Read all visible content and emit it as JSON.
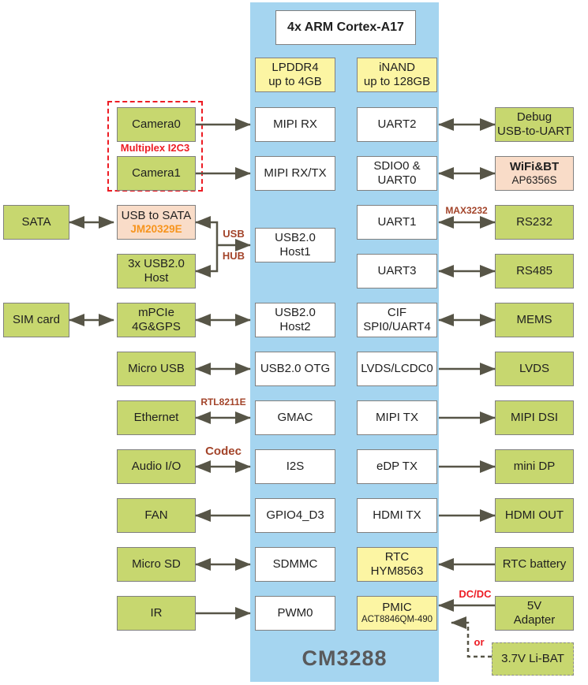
{
  "soc": {
    "name": "CM3288",
    "cpu": "4x ARM Cortex-A17",
    "memory": {
      "lpddr4": "LPDDR4\nup to 4GB",
      "inand": "iNAND\nup to 128GB"
    },
    "blocks_left": {
      "mipi_rx": "MIPI RX",
      "mipi_rxtx": "MIPI RX/TX",
      "usb_host1": "USB2.0\nHost1",
      "usb_host2": "USB2.0\nHost2",
      "usb_otg": "USB2.0 OTG",
      "gmac": "GMAC",
      "i2s": "I2S",
      "gpio": "GPIO4_D3",
      "sdmmc": "SDMMC",
      "pwm0": "PWM0"
    },
    "blocks_right": {
      "uart2": "UART2",
      "sdio0": "SDIO0 &\nUART0",
      "uart1": "UART1",
      "uart3": "UART3",
      "cif": "CIF\nSPI0/UART4",
      "lvds": "LVDS/LCDC0",
      "mipi_tx": "MIPI TX",
      "edp": "eDP TX",
      "hdmi": "HDMI TX",
      "rtc": "RTC\nHYM8563",
      "pmic_line1": "PMIC",
      "pmic_line2": "ACT8846QM-490"
    }
  },
  "left_peripherals": {
    "camera0": "Camera0",
    "camera1": "Camera1",
    "camera_mux_label": "Multiplex I2C3",
    "sata": "SATA",
    "usb_to_sata_line1": "USB to SATA",
    "usb_to_sata_line2": "JM20329E",
    "usb3x": "3x USB2.0\nHost",
    "sim": "SIM card",
    "mpcie": "mPCIe\n4G&GPS",
    "micro_usb": "Micro USB",
    "ethernet": "Ethernet",
    "audio": "Audio I/O",
    "fan": "FAN",
    "micro_sd": "Micro SD",
    "ir": "IR"
  },
  "right_peripherals": {
    "debug": "Debug\nUSB-to-UART",
    "wifi_line1": "WiFi&BT",
    "wifi_line2": "AP6356S",
    "rs232": "RS232",
    "rs485": "RS485",
    "mems": "MEMS",
    "lvds": "LVDS",
    "mipi_dsi": "MIPI DSI",
    "mini_dp": "mini DP",
    "hdmi_out": "HDMI OUT",
    "rtc_battery": "RTC battery",
    "adapter": "5V\nAdapter",
    "libat": "3.7V Li-BAT"
  },
  "bus_labels": {
    "usb": "USB",
    "hub": "HUB",
    "rtl": "RTL8211E",
    "codec": "Codec",
    "max": "MAX3232",
    "dcdc": "DC/DC",
    "or": "or"
  },
  "colors": {
    "soc_bg": "#a5d5f0",
    "peripheral_green": "#c7d76f",
    "memory_yellow": "#fcf5a3",
    "chip_pink": "#f9dcc8",
    "highlight_red": "#ed1c24",
    "bus_label_brown": "#a3442a",
    "part_orange": "#f7941d",
    "arrow": "#575547"
  }
}
